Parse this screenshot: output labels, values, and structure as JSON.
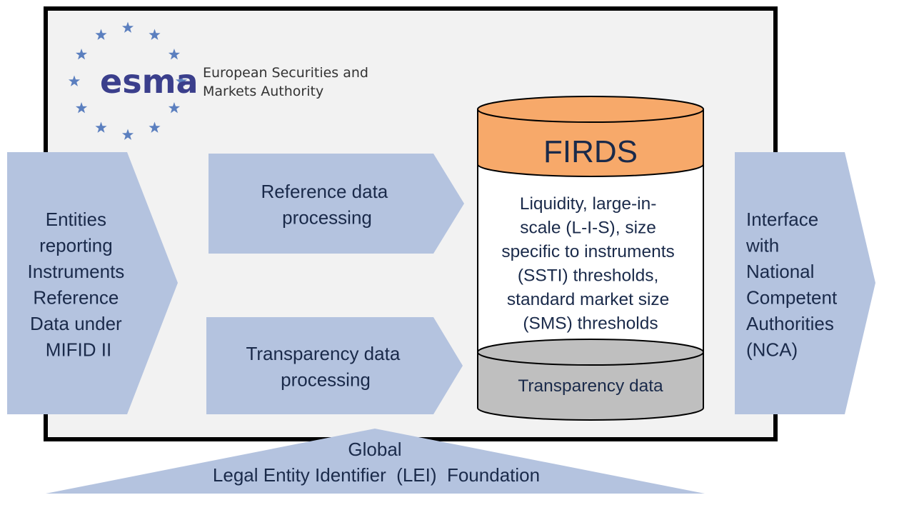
{
  "logo": {
    "wordmark": "esma",
    "name_line1": "European Securities and",
    "name_line2": "Markets Authority",
    "star_color": "#5b7fbf",
    "wordmark_color": "#3b3f8c"
  },
  "left_arrow": {
    "lines": [
      "Entities",
      "reporting",
      "Instruments",
      "Reference",
      "Data under",
      "MIFID II"
    ]
  },
  "ref_process": {
    "lines": [
      "Reference data",
      "processing"
    ]
  },
  "trans_process": {
    "lines": [
      "Transparency data",
      "processing"
    ]
  },
  "database": {
    "title": "FIRDS",
    "body_lines": [
      "Liquidity, large-in-",
      "scale (L-I-S), size",
      "specific to instruments",
      "(SSTI) thresholds,",
      "standard market size",
      "(SMS) thresholds"
    ],
    "bottom_label": "Transparency data",
    "top_color": "#f7a96a",
    "bottom_color": "#bfbfbf"
  },
  "right_arrow": {
    "lines": [
      "Interface",
      "with",
      "National",
      "Competent",
      "Authorities",
      "(NCA)"
    ]
  },
  "foundation": {
    "line1": "Global",
    "line2": "Legal Entity Identifier  (LEI)  Foundation"
  },
  "colors": {
    "shape_fill": "#b4c3df",
    "frame_fill": "#f2f2f2",
    "text": "#1a2a4a"
  }
}
